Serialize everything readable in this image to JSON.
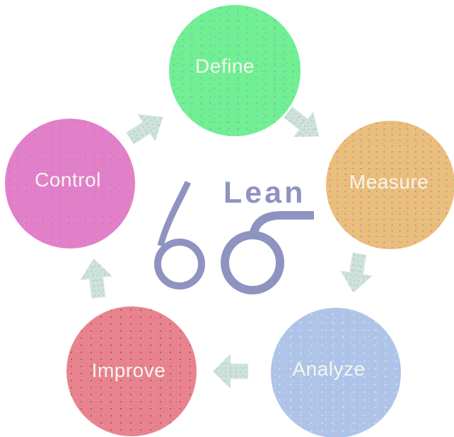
{
  "logo": {
    "word": "Lean",
    "six": "6",
    "sigma": "σ",
    "color": "#8F93BF"
  },
  "stages": [
    {
      "label": "Define",
      "color": "#70F093"
    },
    {
      "label": "Measure",
      "color": "#ECBE7B"
    },
    {
      "label": "Analyze",
      "color": "#AFC3E9"
    },
    {
      "label": "Improve",
      "color": "#E8838D"
    },
    {
      "label": "Control",
      "color": "#E37FC9"
    }
  ],
  "stage_label_color": "#F6F6EE",
  "arrows": {
    "color": "#CFE2DC",
    "sequence": [
      {
        "from": "Control",
        "to": "Define"
      },
      {
        "from": "Define",
        "to": "Measure"
      },
      {
        "from": "Measure",
        "to": "Analyze"
      },
      {
        "from": "Analyze",
        "to": "Improve"
      },
      {
        "from": "Improve",
        "to": "Control"
      }
    ]
  }
}
